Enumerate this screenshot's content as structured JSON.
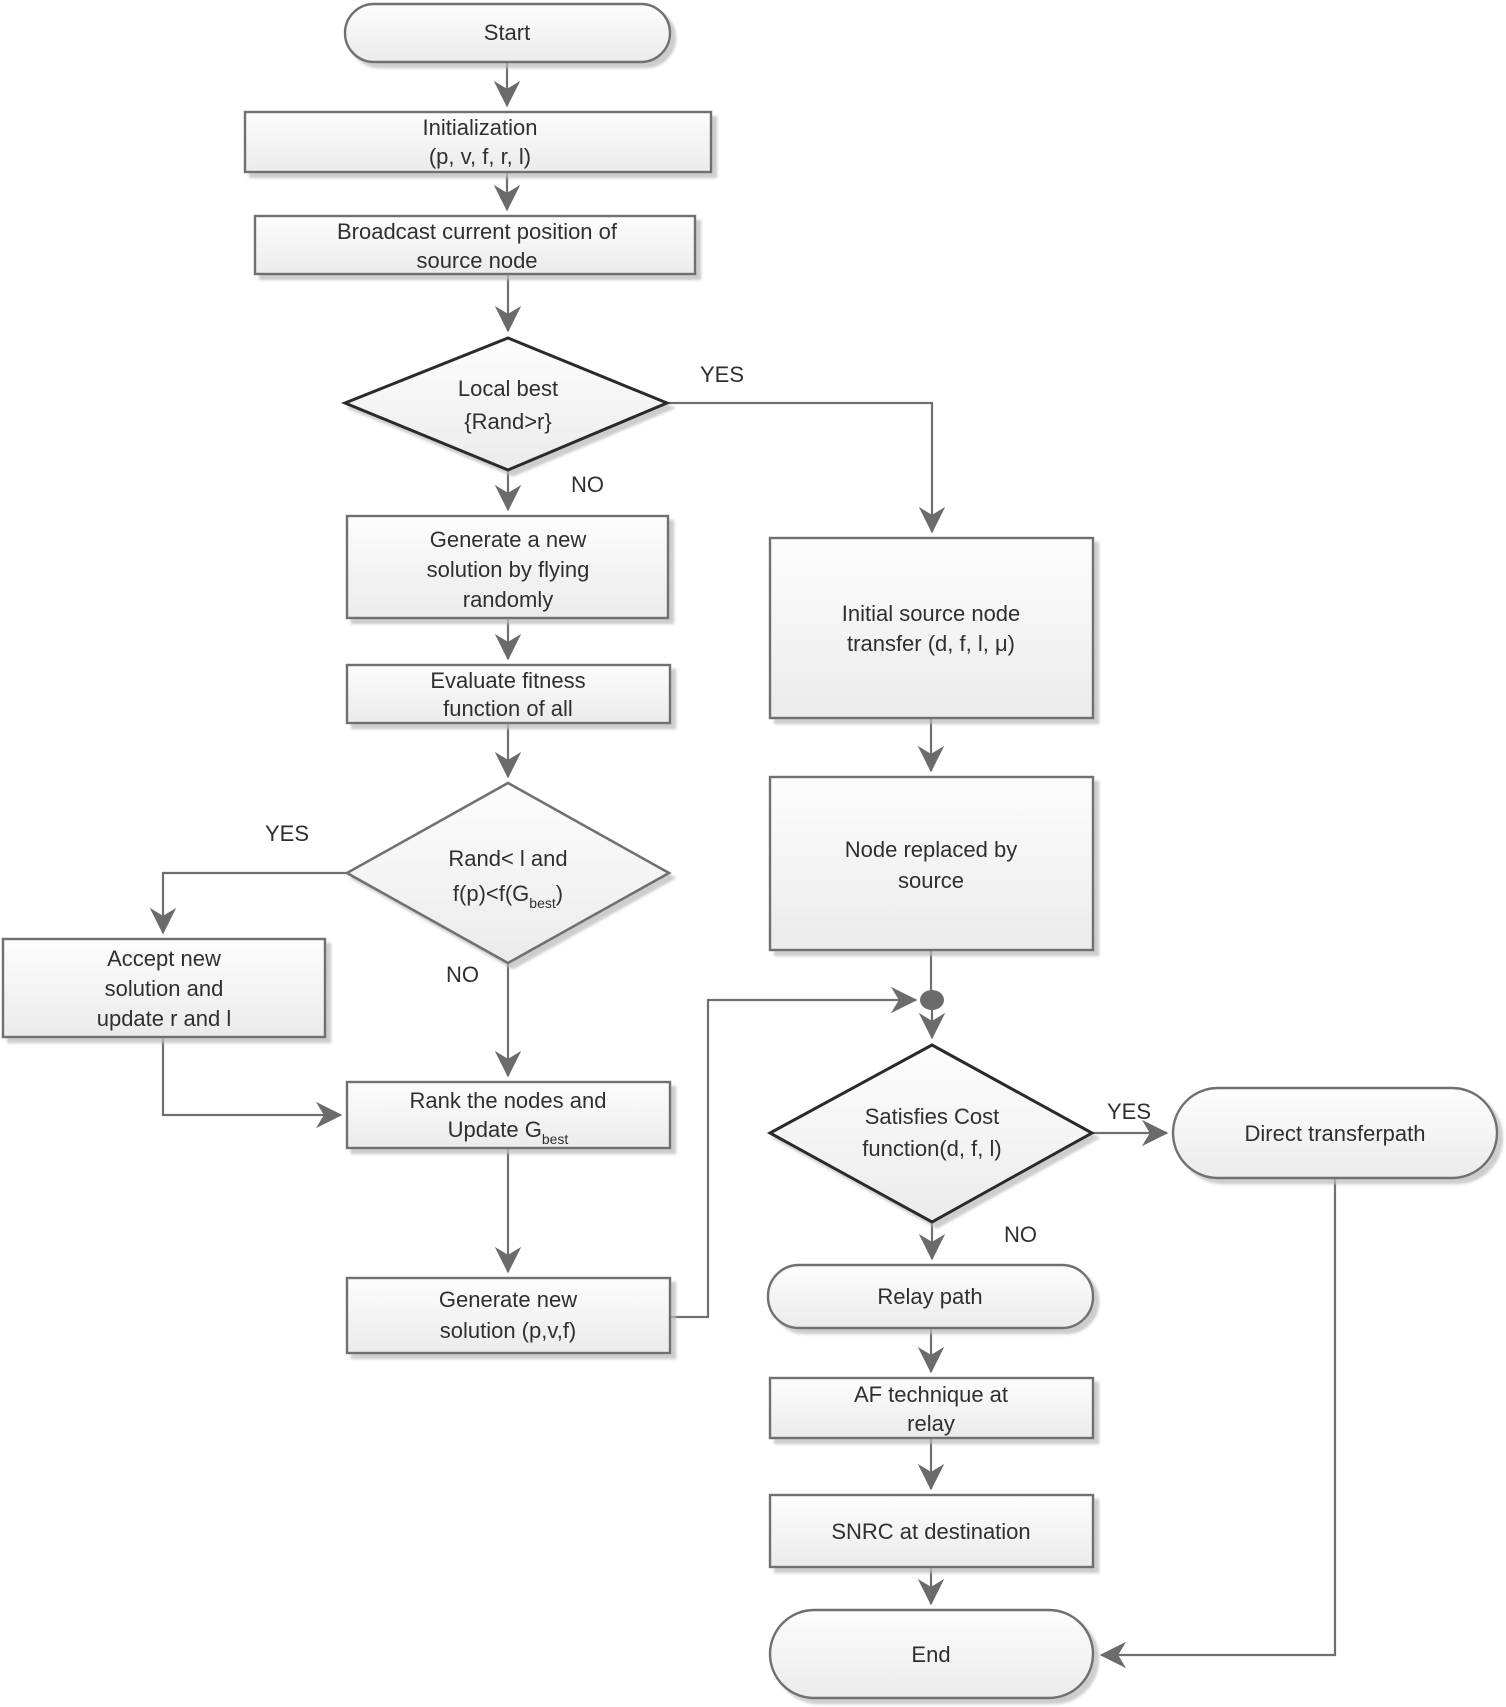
{
  "diagram": {
    "type": "flowchart",
    "nodes": {
      "start": {
        "label": "Start"
      },
      "init": {
        "lines": [
          "Initialization",
          "(p, v, f, r, l)"
        ]
      },
      "broadcast": {
        "lines": [
          "Broadcast current position of",
          "source node"
        ]
      },
      "local_best": {
        "lines": [
          "Local best",
          "{Rand>r}"
        ]
      },
      "generate_random": {
        "lines": [
          "Generate a new",
          "solution by flying",
          "randomly"
        ]
      },
      "evaluate": {
        "lines": [
          "Evaluate fitness",
          "function of all"
        ]
      },
      "rand_check": {
        "lines": [
          "Rand< l and"
        ],
        "line2": {
          "pre": "f(p)<f(G",
          "sub": "best",
          "post": ")"
        }
      },
      "accept": {
        "lines": [
          "Accept new",
          "solution and",
          "update r and l"
        ]
      },
      "rank": {
        "lines": [
          "Rank the nodes and"
        ],
        "line2": {
          "pre": "Update G",
          "sub": "best"
        }
      },
      "generate_new": {
        "lines": [
          "Generate new",
          "solution (p,v,f)"
        ]
      },
      "initial_transfer": {
        "lines": [
          "Initial source node",
          "transfer (d, f, l, μ)"
        ]
      },
      "node_replaced": {
        "lines": [
          "Node replaced by",
          "source"
        ]
      },
      "satisfies": {
        "lines": [
          "Satisfies Cost",
          "function(d, f, l)"
        ]
      },
      "direct": {
        "label": "Direct transferpath"
      },
      "relay": {
        "label": "Relay path"
      },
      "af": {
        "lines": [
          "AF technique at",
          "relay"
        ]
      },
      "snrc": {
        "label": "SNRC at destination"
      },
      "end": {
        "label": "End"
      }
    },
    "edge_labels": {
      "local_best_yes": "YES",
      "local_best_no": "NO",
      "rand_check_yes": "YES",
      "rand_check_no": "NO",
      "satisfies_yes": "YES",
      "satisfies_no": "NO"
    },
    "colors": {
      "background": "#ffffff",
      "line": "#6f6f6f",
      "arrowhead": "#6b6b6b",
      "text": "#2f2f2f",
      "node_border": "#6f6f6f",
      "decision_border": "#2b2b2b",
      "fill_top": "#fdfdfd",
      "fill_bottom": "#ebebeb"
    }
  }
}
